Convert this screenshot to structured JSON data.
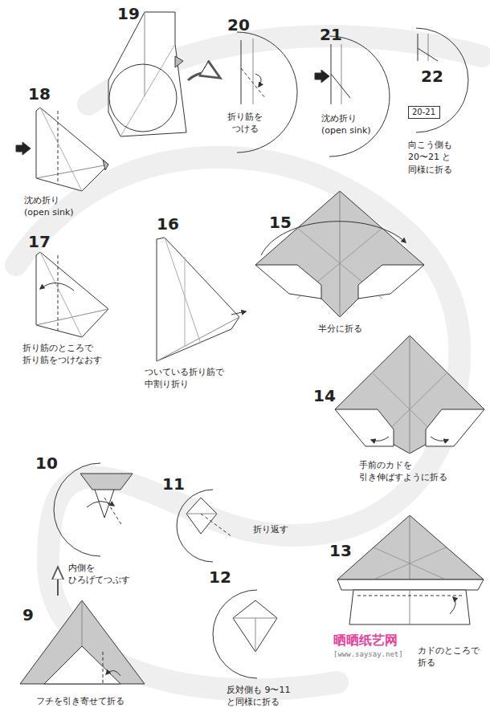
{
  "diagram": {
    "nodes": [
      {
        "text": [
          "20-21"
        ]
      }
    ],
    "edges": [],
    "labels": [
      "18",
      "19",
      "20",
      "21",
      "22",
      "折り筋を つける",
      "沈め折り (open sink)",
      "向こう側も 20〜21 と 同様に折る",
      "沈め折り (open sink)",
      "17",
      "折り筋のところで 折り筋をつけなおす",
      "16",
      "ついている折り筋で 中割り折り",
      "15",
      "半分に折る",
      "14",
      "手前のカドを 引き伸ばすように折る",
      "13",
      "カドのところで 折る",
      "10",
      "内側を ひろげてつぶす",
      "11",
      "折り返す",
      "12",
      "反対側も 9〜11 と同様に折る",
      "9",
      "フチを引き寄せて折る",
      "晒晒纸艺网",
      "[www.saysay.net]"
    ]
  }
}
